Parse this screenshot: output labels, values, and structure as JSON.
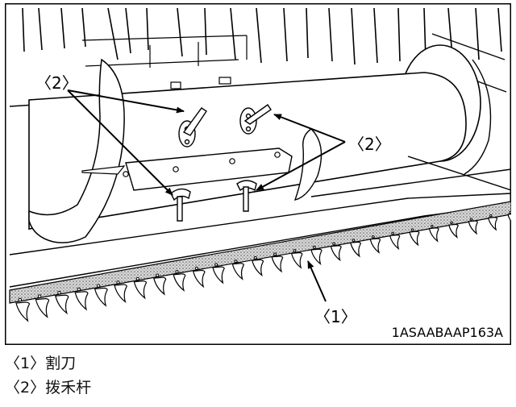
{
  "diagram": {
    "image_code": "1ASAABAAP163A",
    "callouts": [
      {
        "id": "callout-2-left",
        "label": "〈2〉"
      },
      {
        "id": "callout-2-right",
        "label": "〈2〉"
      },
      {
        "id": "callout-1",
        "label": "〈1〉"
      }
    ]
  },
  "legend": [
    {
      "key": "〈1〉",
      "text": "割刀"
    },
    {
      "key": "〈2〉",
      "text": "拨禾杆"
    }
  ],
  "colors": {
    "line": "#000000",
    "paper": "#ffffff",
    "shade": "#bfbfbf"
  }
}
